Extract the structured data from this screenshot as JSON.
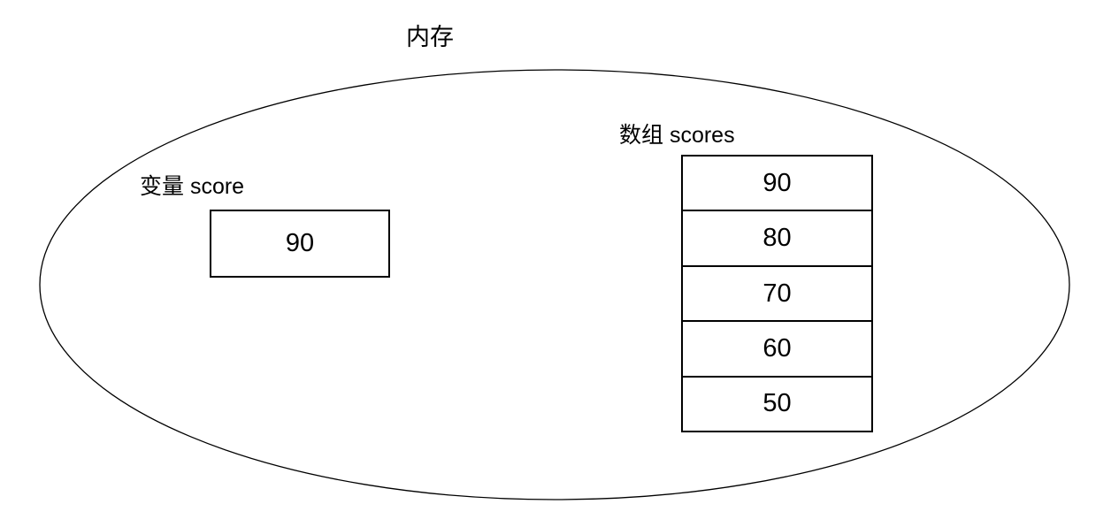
{
  "diagram": {
    "title": "内存",
    "variable": {
      "label": "变量 score",
      "value": "90"
    },
    "array": {
      "label": "数组 scores",
      "values": [
        "90",
        "80",
        "70",
        "60",
        "50"
      ]
    },
    "colors": {
      "stroke": "#000000",
      "background": "#ffffff",
      "text": "#000000"
    }
  }
}
